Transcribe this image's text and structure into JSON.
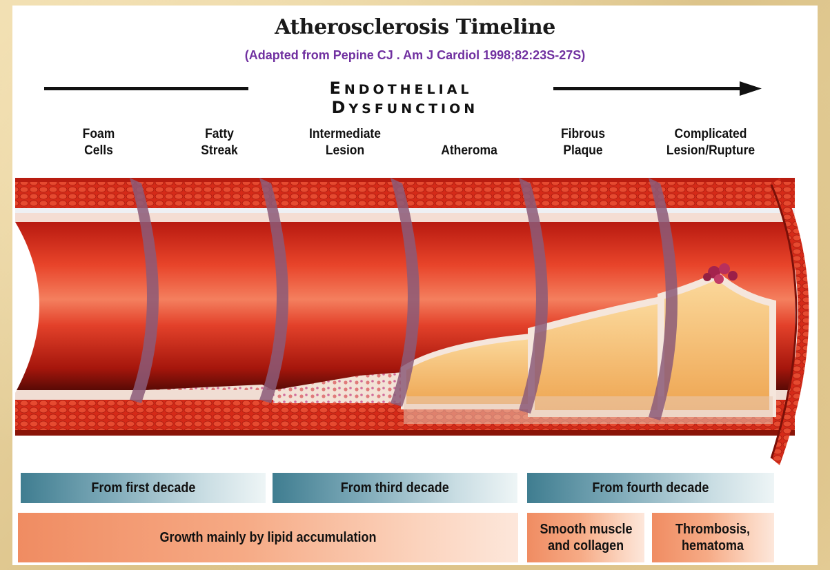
{
  "title": "Atherosclerosis Timeline",
  "subtitle": "(Adapted from Pepine CJ .  Am J Cardiol 1998;82:23S-27S)",
  "endothelial": {
    "first_cap": "E",
    "first_rest": "NDOTHELIAL",
    "second_cap": "D",
    "second_rest": "YSFUNCTION"
  },
  "stages": [
    {
      "line1": "Foam",
      "line2": "Cells"
    },
    {
      "line1": "Fatty",
      "line2": "Streak"
    },
    {
      "line1": "Intermediate",
      "line2": "Lesion"
    },
    {
      "line1": "",
      "line2": "Atheroma"
    },
    {
      "line1": "Fibrous",
      "line2": "Plaque"
    },
    {
      "line1": "Complicated",
      "line2": "Lesion/Rupture"
    }
  ],
  "onset": {
    "first": "From first decade",
    "third": "From third decade",
    "fourth": "From fourth decade"
  },
  "growth": {
    "lipid": "Growth mainly by lipid accumulation",
    "smooth_line1": "Smooth muscle",
    "smooth_line2": "and collagen",
    "thrombosis_line1": "Thrombosis,",
    "thrombosis_line2": "hematoma"
  },
  "colors": {
    "vessel_red": "#d92a1a",
    "vessel_dark": "#7a1008",
    "intima": "#f2e4dc",
    "plaque": "#f3b86a",
    "subtitle_purple": "#7030a0",
    "band_blue": "#3f7d90",
    "band_orange": "#f08c62"
  }
}
